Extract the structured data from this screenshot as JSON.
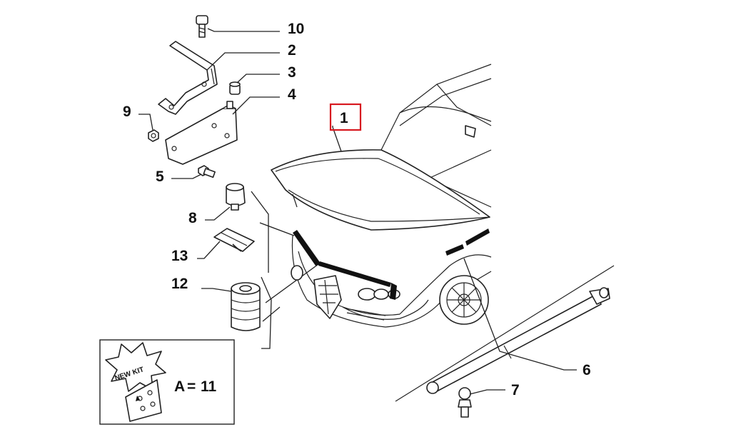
{
  "callouts": {
    "c1": "1",
    "c2": "2",
    "c3": "3",
    "c4": "4",
    "c5": "5",
    "c6": "6",
    "c7": "7",
    "c8": "8",
    "c9": "9",
    "c10": "10",
    "c12": "12",
    "c13": "13"
  },
  "kit_box": {
    "starburst_text": "NEW KIT",
    "equation_letter": "A",
    "equation_sign": "=",
    "equation_value": "11"
  },
  "colors": {
    "highlight": "#d71920",
    "line": "#222222",
    "background": "#ffffff"
  }
}
